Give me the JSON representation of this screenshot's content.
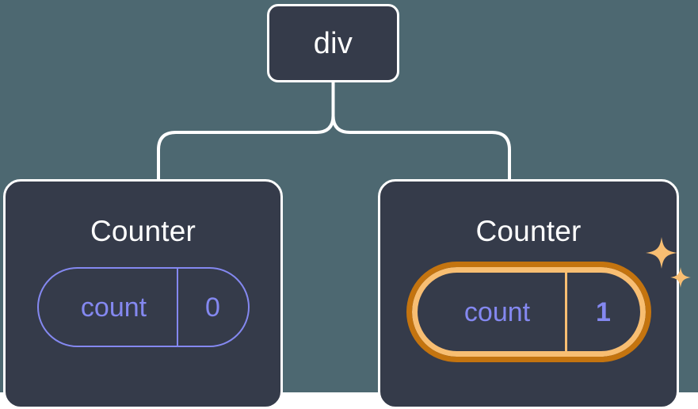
{
  "diagram": {
    "type": "component-tree",
    "title_semantics": "react-component-tree-with-state-update-highlight",
    "background_color": "#4d6871",
    "node_fill_color": "#353b4a",
    "node_border_color": "#ffffff",
    "state_accent_color": "#8488f0",
    "highlight_outer_color": "#c4740f",
    "highlight_inner_color": "#f8be72",
    "sparkle_color": "#f8be72"
  },
  "root": {
    "label": "div"
  },
  "children": [
    {
      "title": "Counter",
      "state": {
        "key": "count",
        "value": "0"
      },
      "highlighted": false
    },
    {
      "title": "Counter",
      "state": {
        "key": "count",
        "value": "1"
      },
      "highlighted": true,
      "sparkle_icons": [
        "sparkle-large",
        "sparkle-small"
      ]
    }
  ]
}
